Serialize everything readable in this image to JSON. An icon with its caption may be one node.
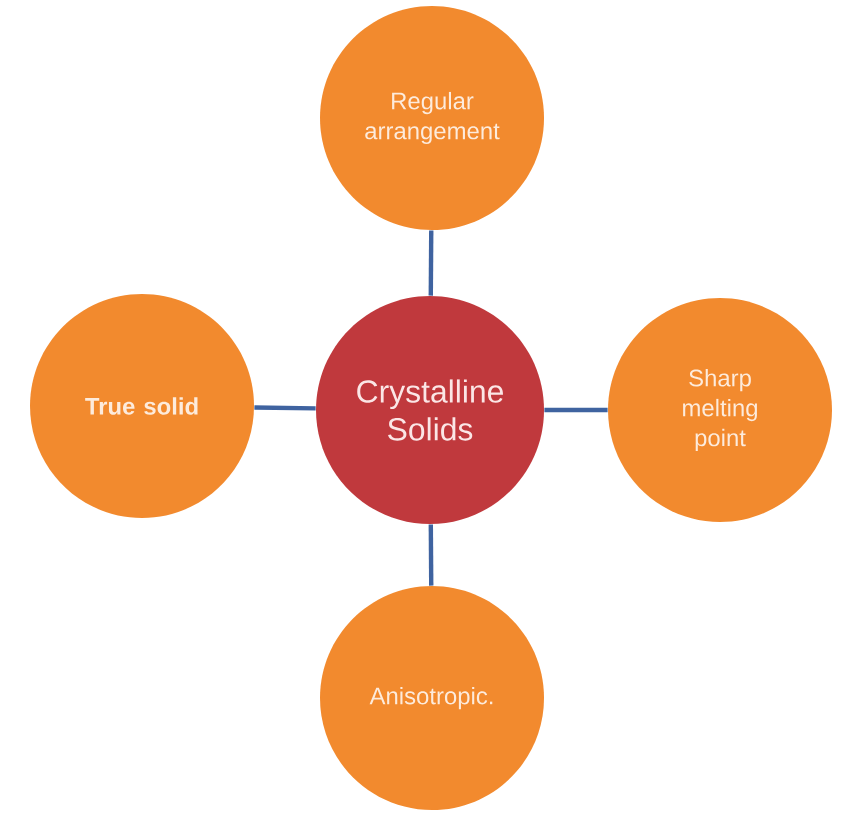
{
  "diagram": {
    "nodes": [
      {
        "text": [
          "Regular arrangement"
        ]
      },
      {
        "text": [
          "True solid"
        ]
      },
      {
        "text": [
          "Crystalline Solids"
        ]
      },
      {
        "text": [
          "Sharp melting point"
        ]
      },
      {
        "text": [
          "Anisotropic."
        ]
      }
    ],
    "edges": [
      {
        "from": 2,
        "to": 0,
        "arrow": "none"
      },
      {
        "from": 2,
        "to": 1,
        "arrow": "none"
      },
      {
        "from": 2,
        "to": 3,
        "arrow": "none"
      },
      {
        "from": 2,
        "to": 4,
        "arrow": "none"
      }
    ]
  }
}
